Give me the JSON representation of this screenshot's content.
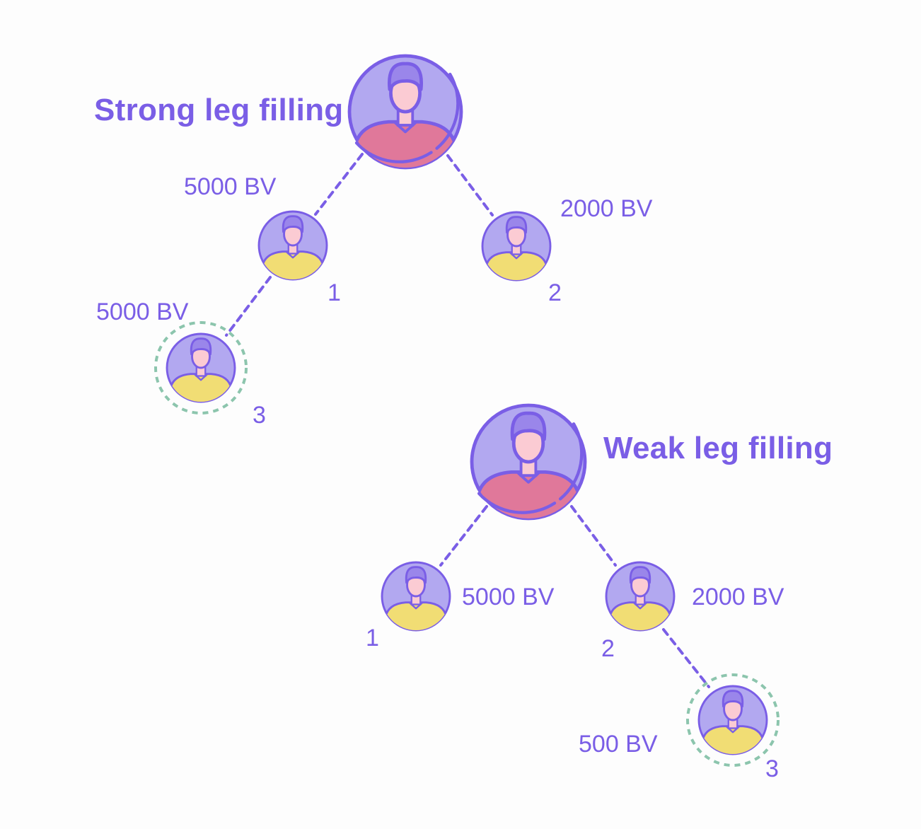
{
  "colors": {
    "label": "#7a5ee6",
    "outline": "#7a5ee6",
    "avatar_bg": "#b2a8f0",
    "root_shirt": "#e0789a",
    "child_shirt": "#f1dd74",
    "face": "#fbcbd3",
    "hair": "#9a86ea",
    "highlight_ring": "#8cc5ad",
    "connector": "#7a5ee6"
  },
  "icons": {
    "person": "person-avatar-icon"
  },
  "trees": [
    {
      "id": "strong",
      "title": "Strong leg filling",
      "nodes": [
        {
          "id": "root",
          "role": "root"
        },
        {
          "id": "leg1",
          "number": "1",
          "volume": "5000 BV"
        },
        {
          "id": "leg2",
          "number": "2",
          "volume": "2000 BV"
        },
        {
          "id": "new3",
          "number": "3",
          "volume": "5000 BV",
          "highlighted": true
        }
      ]
    },
    {
      "id": "weak",
      "title": "Weak leg filling",
      "nodes": [
        {
          "id": "root",
          "role": "root"
        },
        {
          "id": "leg1",
          "number": "1",
          "volume": "5000 BV"
        },
        {
          "id": "leg2",
          "number": "2",
          "volume": "2000 BV"
        },
        {
          "id": "new3",
          "number": "3",
          "volume": "500 BV",
          "highlighted": true
        }
      ]
    }
  ]
}
